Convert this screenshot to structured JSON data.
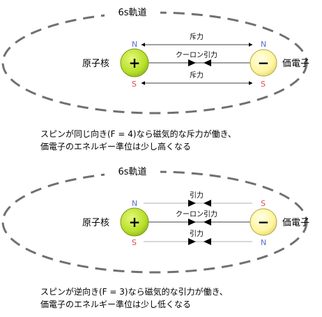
{
  "panels": [
    {
      "orbit_label": "6s軌道",
      "nucleus_label": "原子核",
      "electron_label": "価電子",
      "nucleus_sign": "+",
      "electron_sign": "−",
      "nucleus_pole_top": "N",
      "nucleus_pole_bottom": "S",
      "electron_pole_top": "N",
      "electron_pole_bottom": "S",
      "top_force_label": "斥力",
      "middle_force_label": "クーロン引力",
      "bottom_force_label": "斥力",
      "caption_line1": "スピンが同じ向き(F = 4)なら磁気的な斥力が働き、",
      "caption_line2": "価電子のエネルギー準位は少し高くなる"
    },
    {
      "orbit_label": "6s軌道",
      "nucleus_label": "原子核",
      "electron_label": "価電子",
      "nucleus_sign": "+",
      "electron_sign": "−",
      "nucleus_pole_top": "N",
      "nucleus_pole_bottom": "S",
      "electron_pole_top": "S",
      "electron_pole_bottom": "N",
      "top_force_label": "引力",
      "middle_force_label": "クーロン引力",
      "bottom_force_label": "引力",
      "caption_line1": "スピンが逆向き(F = 3)なら磁気的な引力が働き、",
      "caption_line2": "価電子のエネルギー準位は少し低くなる"
    }
  ],
  "colors": {
    "nucleus_fill": "#b7e02a",
    "electron_fill": "#fff7a8",
    "orbit_stroke": "#707070",
    "pole_n": "#5a6fd0",
    "pole_s": "#e0484a"
  }
}
